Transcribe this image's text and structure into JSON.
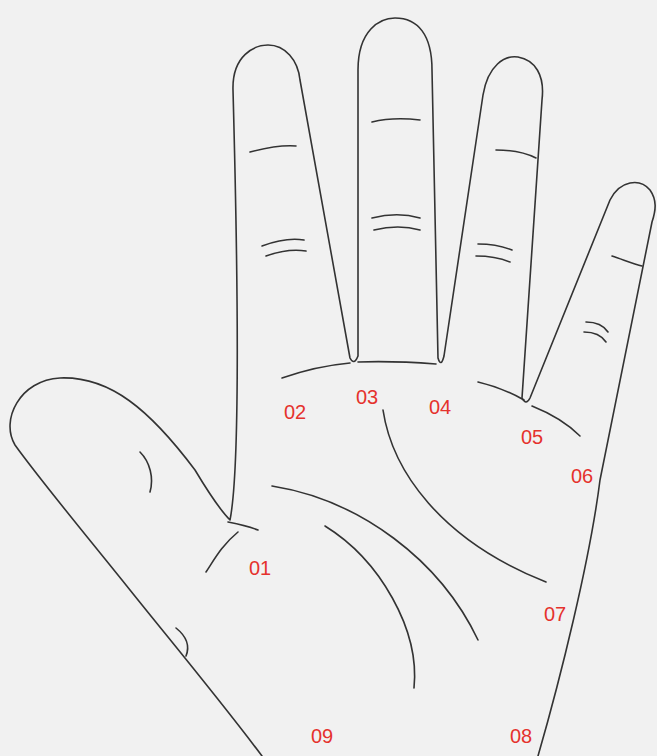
{
  "diagram": {
    "labels": [
      "03",
      "04",
      "02",
      "05",
      "06",
      "01",
      "07",
      "09",
      "08"
    ]
  }
}
